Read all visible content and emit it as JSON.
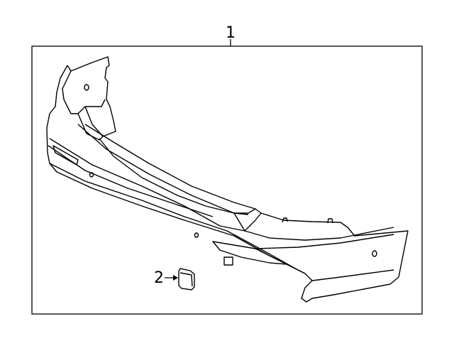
{
  "diagram": {
    "callouts": [
      {
        "number": "1",
        "part": "bumper-cover"
      },
      {
        "number": "2",
        "part": "tow-hook-cover"
      }
    ]
  }
}
